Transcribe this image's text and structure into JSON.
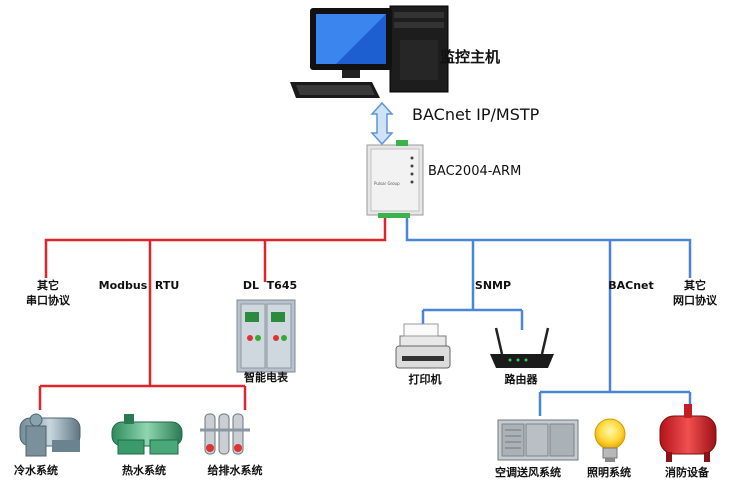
{
  "host": {
    "label": "监控主机"
  },
  "link": {
    "protocol": "BACnet IP/MSTP"
  },
  "gateway": {
    "model": "BAC2004-ARM",
    "brand": "Pulsar Group"
  },
  "serial_bus": {
    "color": "#e0242b",
    "branches": {
      "other_serial": {
        "line1": "其它",
        "line2": "串口协议"
      },
      "modbus": {
        "label": "Modbus  RTU"
      },
      "dlt645": {
        "label": "DL  T645"
      }
    },
    "meter": {
      "label": "智能电表"
    },
    "hvac_devices": [
      {
        "label": "冷水系统",
        "icon": "chiller-icon"
      },
      {
        "label": "热水系统",
        "icon": "heat-pump-icon"
      },
      {
        "label": "给排水系统",
        "icon": "water-pump-icon"
      }
    ]
  },
  "network_bus": {
    "color": "#4a86d8",
    "branches": {
      "snmp": {
        "label": "SNMP"
      },
      "bacnet": {
        "label": "BACnet"
      },
      "other_net": {
        "line1": "其它",
        "line2": "网口协议"
      }
    },
    "snmp_devices": [
      {
        "label": "打印机",
        "icon": "printer-icon"
      },
      {
        "label": "路由器",
        "icon": "router-icon"
      }
    ],
    "bacnet_devices": [
      {
        "label": "空调送风系统",
        "icon": "air-handler-icon"
      },
      {
        "label": "照明系统",
        "icon": "light-bulb-icon"
      },
      {
        "label": "消防设备",
        "icon": "fire-equipment-icon"
      }
    ]
  }
}
